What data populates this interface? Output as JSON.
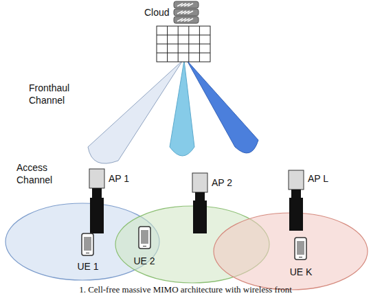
{
  "diagram": {
    "caption": "1. Cell-free massive MIMO architecture with wireless front",
    "labels": [
      "Cloud",
      "Fronthaul Channel",
      "Access Channel",
      "AP 1",
      "AP 2",
      "AP L",
      "UE 1",
      "UE 2",
      "UE K"
    ]
  }
}
